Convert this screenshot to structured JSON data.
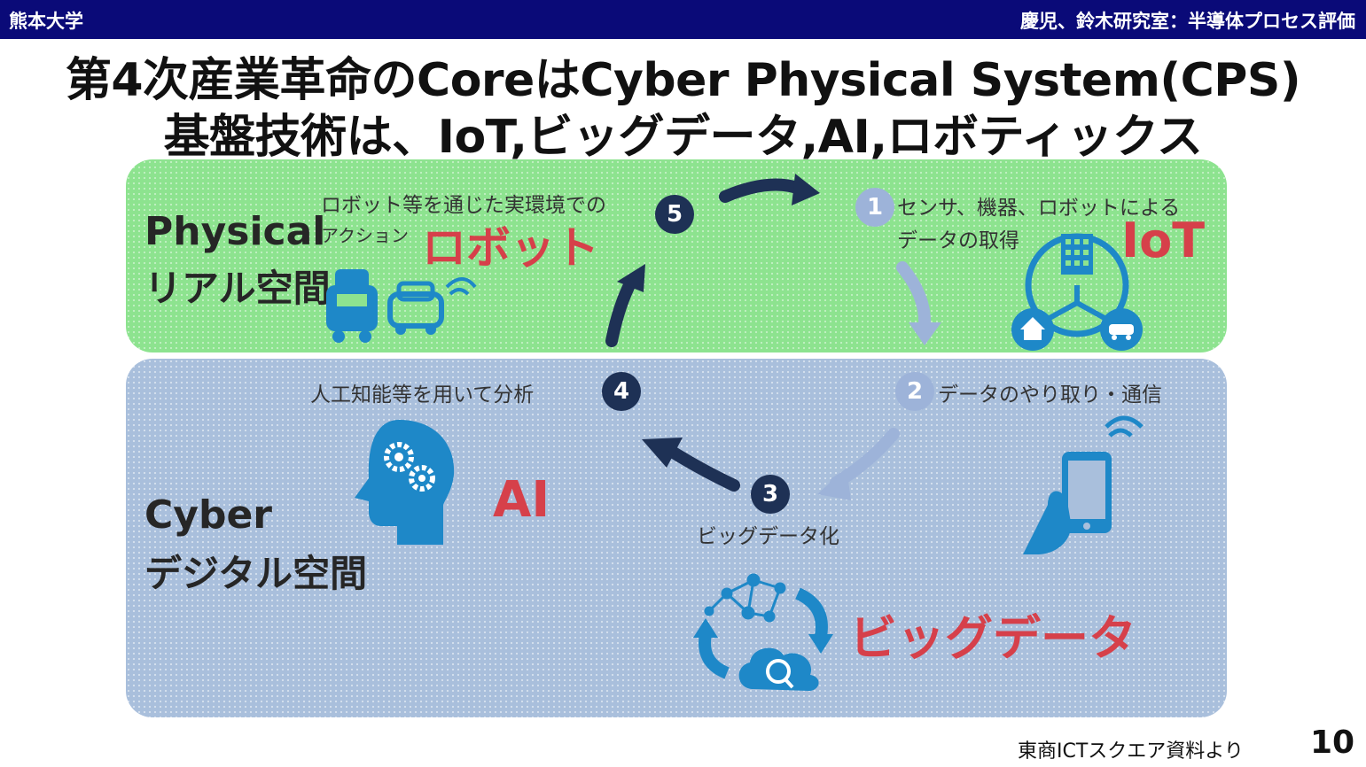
{
  "header": {
    "left": "熊本大学",
    "right": "慶児、鈴木研究室：半導体プロセス評価"
  },
  "title": {
    "line1": "第4次産業革命のCoreはCyber Physical System(CPS)",
    "line2": "基盤技術は、IoT,ビッグデータ,AI,ロボティックス"
  },
  "physical": {
    "label_en": "Physical",
    "label_jp": "リアル空間",
    "step5": {
      "num": "5",
      "text_line1": "ロボット等を通じた実環境での",
      "text_line2": "アクション",
      "keyword": "ロボット"
    },
    "step1": {
      "num": "1",
      "text_line1": "センサ、機器、ロボットによる",
      "text_line2": "データの取得",
      "keyword": "IoT"
    }
  },
  "cyber": {
    "label_en": "Cyber",
    "label_jp": "デジタル空間",
    "step4": {
      "num": "4",
      "text": "人工知能等を用いて分析",
      "keyword": "AI"
    },
    "step2": {
      "num": "2",
      "text": "データのやり取り・通信"
    },
    "step3": {
      "num": "3",
      "text": "ビッグデータ化",
      "keyword": "ビッグデータ"
    }
  },
  "icons": {
    "cars": "cars-icon",
    "iot_network": "iot-network-icon",
    "ai_head": "ai-head-gears-icon",
    "smartphone": "smartphone-icon",
    "bigdata": "bigdata-cloud-icon"
  },
  "colors": {
    "header_bg": "#0a0a78",
    "physical_bg": "#8de38f",
    "cyber_bg": "#a9bfdc",
    "keyword_red": "#d6404a",
    "icon_blue": "#1e88c8",
    "badge_dark": "#1e3155",
    "badge_light": "#9db3d9"
  },
  "footer": {
    "source": "東商ICTスクエア資料より",
    "page_number": "10"
  }
}
